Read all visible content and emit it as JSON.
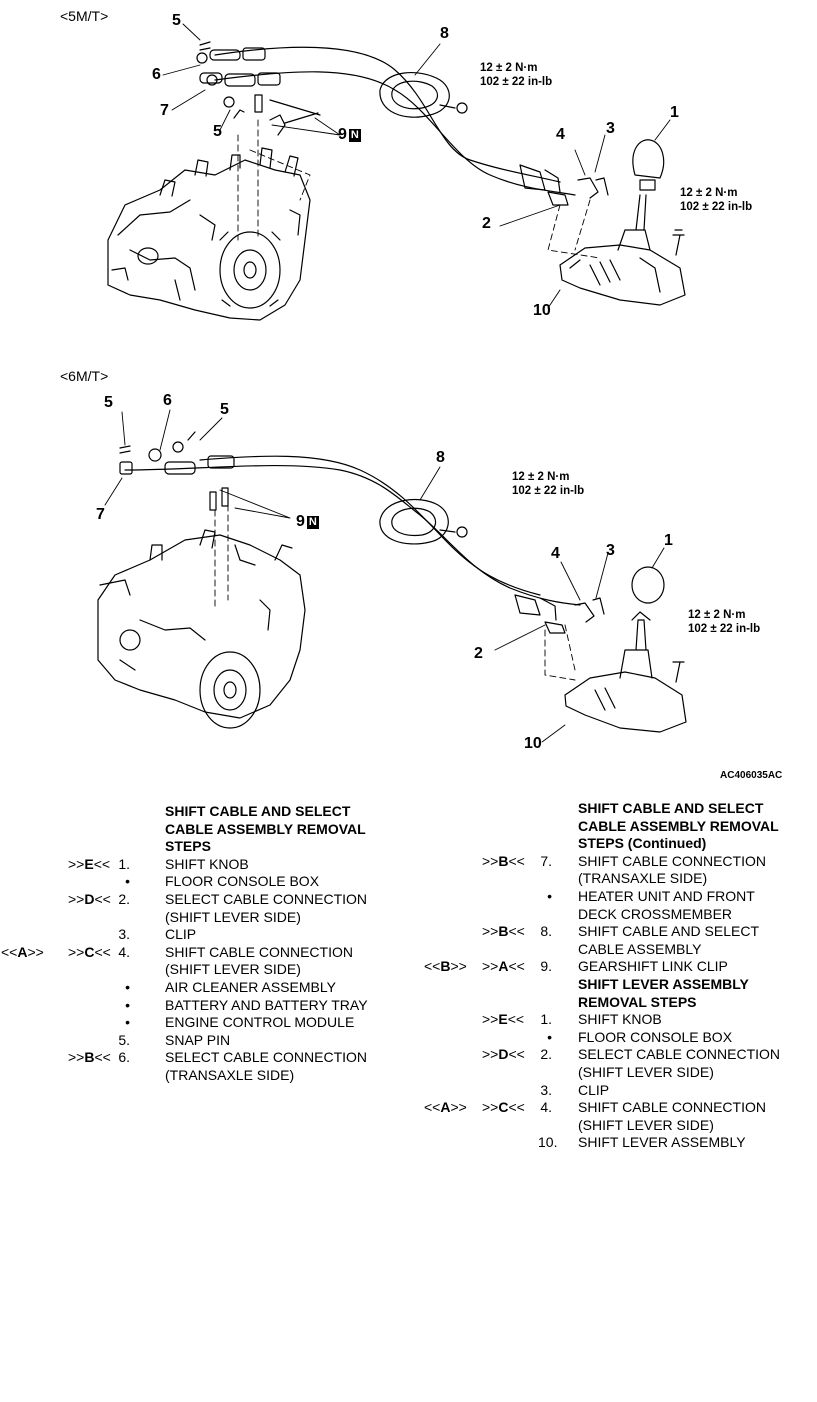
{
  "figure": {
    "section_5mt": "<5M/T>",
    "section_6mt": "<6M/T>",
    "figure_id": "AC406035AC",
    "torque_1": "12 ± 2 N·m\n102 ± 22 in-lb",
    "torque_2": "12 ± 2 N·m\n102 ± 22 in-lb",
    "torque_3": "12 ± 2 N·m\n102 ± 22 in-lb",
    "torque_4": "12 ± 2 N·m\n102 ± 22 in-lb",
    "n_box": "N",
    "callouts_5mt": [
      "5",
      "6",
      "7",
      "5",
      "9",
      "8",
      "1",
      "3",
      "4",
      "2",
      "10"
    ],
    "callouts_6mt": [
      "5",
      "6",
      "5",
      "7",
      "9",
      "8",
      "1",
      "4",
      "3",
      "2",
      "10"
    ]
  },
  "left_column": {
    "heading": [
      "SHIFT CABLE AND SELECT",
      "CABLE ASSEMBLY REMOVAL",
      "STEPS"
    ],
    "rows": [
      {
        "mk1": "",
        "mk2": ">>E<<",
        "num": "1.",
        "text": "SHIFT KNOB"
      },
      {
        "mk1": "",
        "mk2": "",
        "num": "•",
        "text": "FLOOR CONSOLE BOX"
      },
      {
        "mk1": "",
        "mk2": ">>D<<",
        "num": "2.",
        "text": "SELECT CABLE CONNECTION"
      },
      {
        "mk1": "",
        "mk2": "",
        "num": "",
        "text": "(SHIFT LEVER SIDE)"
      },
      {
        "mk1": "",
        "mk2": "",
        "num": "3.",
        "text": "CLIP"
      },
      {
        "mk1": "<<A>>",
        "mk2": ">>C<<",
        "num": "4.",
        "text": "SHIFT CABLE CONNECTION"
      },
      {
        "mk1": "",
        "mk2": "",
        "num": "",
        "text": "(SHIFT LEVER SIDE)"
      },
      {
        "mk1": "",
        "mk2": "",
        "num": "•",
        "text": "AIR CLEANER ASSEMBLY"
      },
      {
        "mk1": "",
        "mk2": "",
        "num": "•",
        "text": "BATTERY AND BATTERY TRAY"
      },
      {
        "mk1": "",
        "mk2": "",
        "num": "•",
        "text": "ENGINE CONTROL MODULE"
      },
      {
        "mk1": "",
        "mk2": "",
        "num": "5.",
        "text": "SNAP PIN"
      },
      {
        "mk1": "",
        "mk2": ">>B<<",
        "num": "6.",
        "text": "SELECT CABLE CONNECTION"
      },
      {
        "mk1": "",
        "mk2": "",
        "num": "",
        "text": "(TRANSAXLE SIDE)"
      }
    ]
  },
  "right_column": {
    "heading": [
      "SHIFT CABLE AND SELECT",
      "CABLE ASSEMBLY REMOVAL",
      "STEPS (Continued)"
    ],
    "rows": [
      {
        "mk1": "",
        "mk2": ">>B<<",
        "num": "7.",
        "text": "SHIFT CABLE CONNECTION",
        "bold": false
      },
      {
        "mk1": "",
        "mk2": "",
        "num": "",
        "text": "(TRANSAXLE SIDE)",
        "bold": false
      },
      {
        "mk1": "",
        "mk2": "",
        "num": "•",
        "text": "HEATER UNIT AND FRONT",
        "bold": false
      },
      {
        "mk1": "",
        "mk2": "",
        "num": "",
        "text": "DECK CROSSMEMBER",
        "bold": false
      },
      {
        "mk1": "",
        "mk2": ">>B<<",
        "num": "8.",
        "text": "SHIFT CABLE AND SELECT",
        "bold": false
      },
      {
        "mk1": "",
        "mk2": "",
        "num": "",
        "text": "CABLE ASSEMBLY",
        "bold": false
      },
      {
        "mk1": "<<B>>",
        "mk2": ">>A<<",
        "num": "9.",
        "text": "GEARSHIFT LINK CLIP",
        "bold": false
      },
      {
        "mk1": "",
        "mk2": "",
        "num": "",
        "text": "SHIFT LEVER ASSEMBLY",
        "bold": true
      },
      {
        "mk1": "",
        "mk2": "",
        "num": "",
        "text": "REMOVAL STEPS",
        "bold": true
      },
      {
        "mk1": "",
        "mk2": ">>E<<",
        "num": "1.",
        "text": "SHIFT KNOB",
        "bold": false
      },
      {
        "mk1": "",
        "mk2": "",
        "num": "•",
        "text": "FLOOR CONSOLE BOX",
        "bold": false
      },
      {
        "mk1": "",
        "mk2": ">>D<<",
        "num": "2.",
        "text": "SELECT CABLE CONNECTION",
        "bold": false
      },
      {
        "mk1": "",
        "mk2": "",
        "num": "",
        "text": "(SHIFT LEVER SIDE)",
        "bold": false
      },
      {
        "mk1": "",
        "mk2": "",
        "num": "3.",
        "text": "CLIP",
        "bold": false
      },
      {
        "mk1": "<<A>>",
        "mk2": ">>C<<",
        "num": "4.",
        "text": "SHIFT CABLE CONNECTION",
        "bold": false
      },
      {
        "mk1": "",
        "mk2": "",
        "num": "",
        "text": "(SHIFT LEVER SIDE)",
        "bold": false
      },
      {
        "mk1": "",
        "mk2": "",
        "num": "10.",
        "text": "SHIFT LEVER ASSEMBLY",
        "bold": false
      }
    ]
  }
}
